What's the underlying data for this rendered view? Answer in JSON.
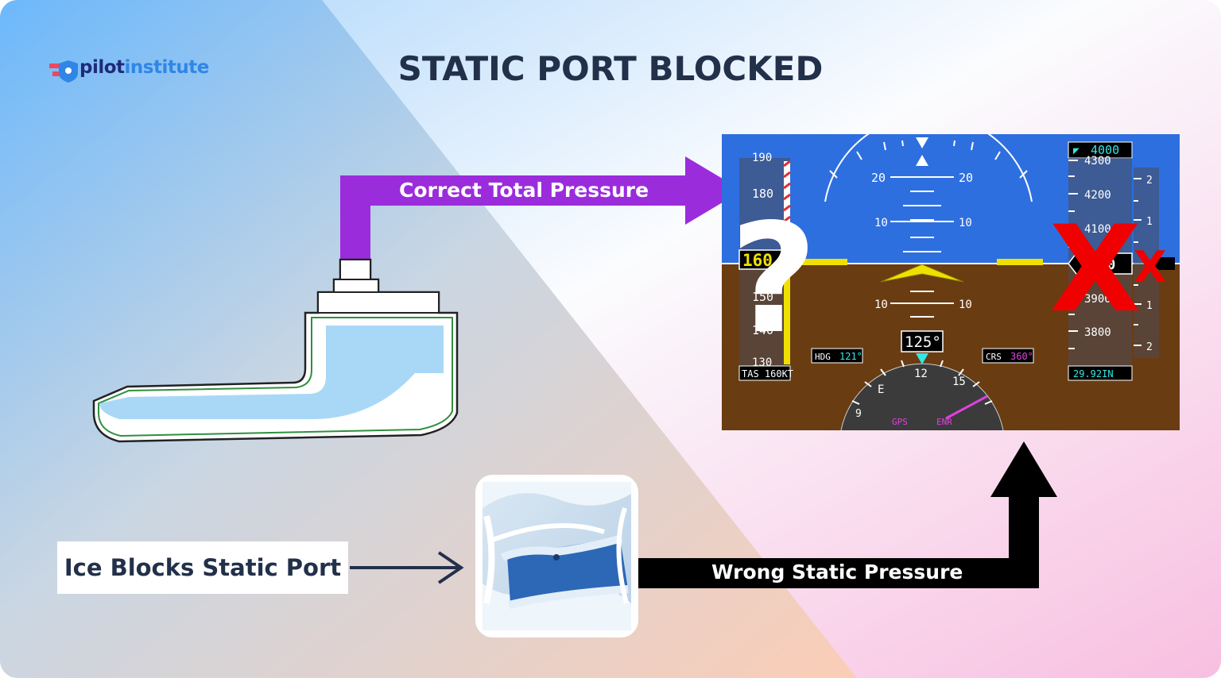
{
  "logo": {
    "part1": "pilot",
    "part2": "institute"
  },
  "title": "STATIC PORT BLOCKED",
  "labels": {
    "correct_total_pressure": "Correct Total Pressure",
    "ice_blocks_static_port": "Ice Blocks Static Port",
    "wrong_static_pressure": "Wrong Static Pressure"
  },
  "pfd": {
    "question_mark": "?",
    "x_mark": "X",
    "airspeed": {
      "tape_top": "190",
      "mark_180": "180",
      "current": "160",
      "mark_150": "150",
      "mark_140": "140",
      "mark_130": "130",
      "tas": "TAS 160KT"
    },
    "pitch": {
      "p20": "20",
      "p10": "10"
    },
    "heading": {
      "bug_value": "125°",
      "hdg_label": "HDG",
      "hdg_value": "121°",
      "crs_label": "CRS",
      "crs_value": "360°",
      "compass_12": "12",
      "compass_e": "E",
      "compass_15": "15",
      "compass_9": "9",
      "gps": "GPS",
      "enr": "ENR"
    },
    "altitude": {
      "selected": "4000",
      "a4300": "4300",
      "a4200": "4200",
      "a4100": "4100",
      "current": "4000",
      "a3900": "3900",
      "a3800": "3800",
      "baro": "29.92IN"
    },
    "vsi": {
      "plus2": "2",
      "plus1": "1",
      "minus1": "1",
      "minus2": "2"
    }
  },
  "colors": {
    "purple": "#9b2cdc",
    "title": "#22304a",
    "sky": "#2e6fe0",
    "ground": "#6a3c12",
    "cyan": "#35e6e6",
    "magenta": "#e040e0",
    "yellow": "#f0e000",
    "red": "#f00000"
  }
}
